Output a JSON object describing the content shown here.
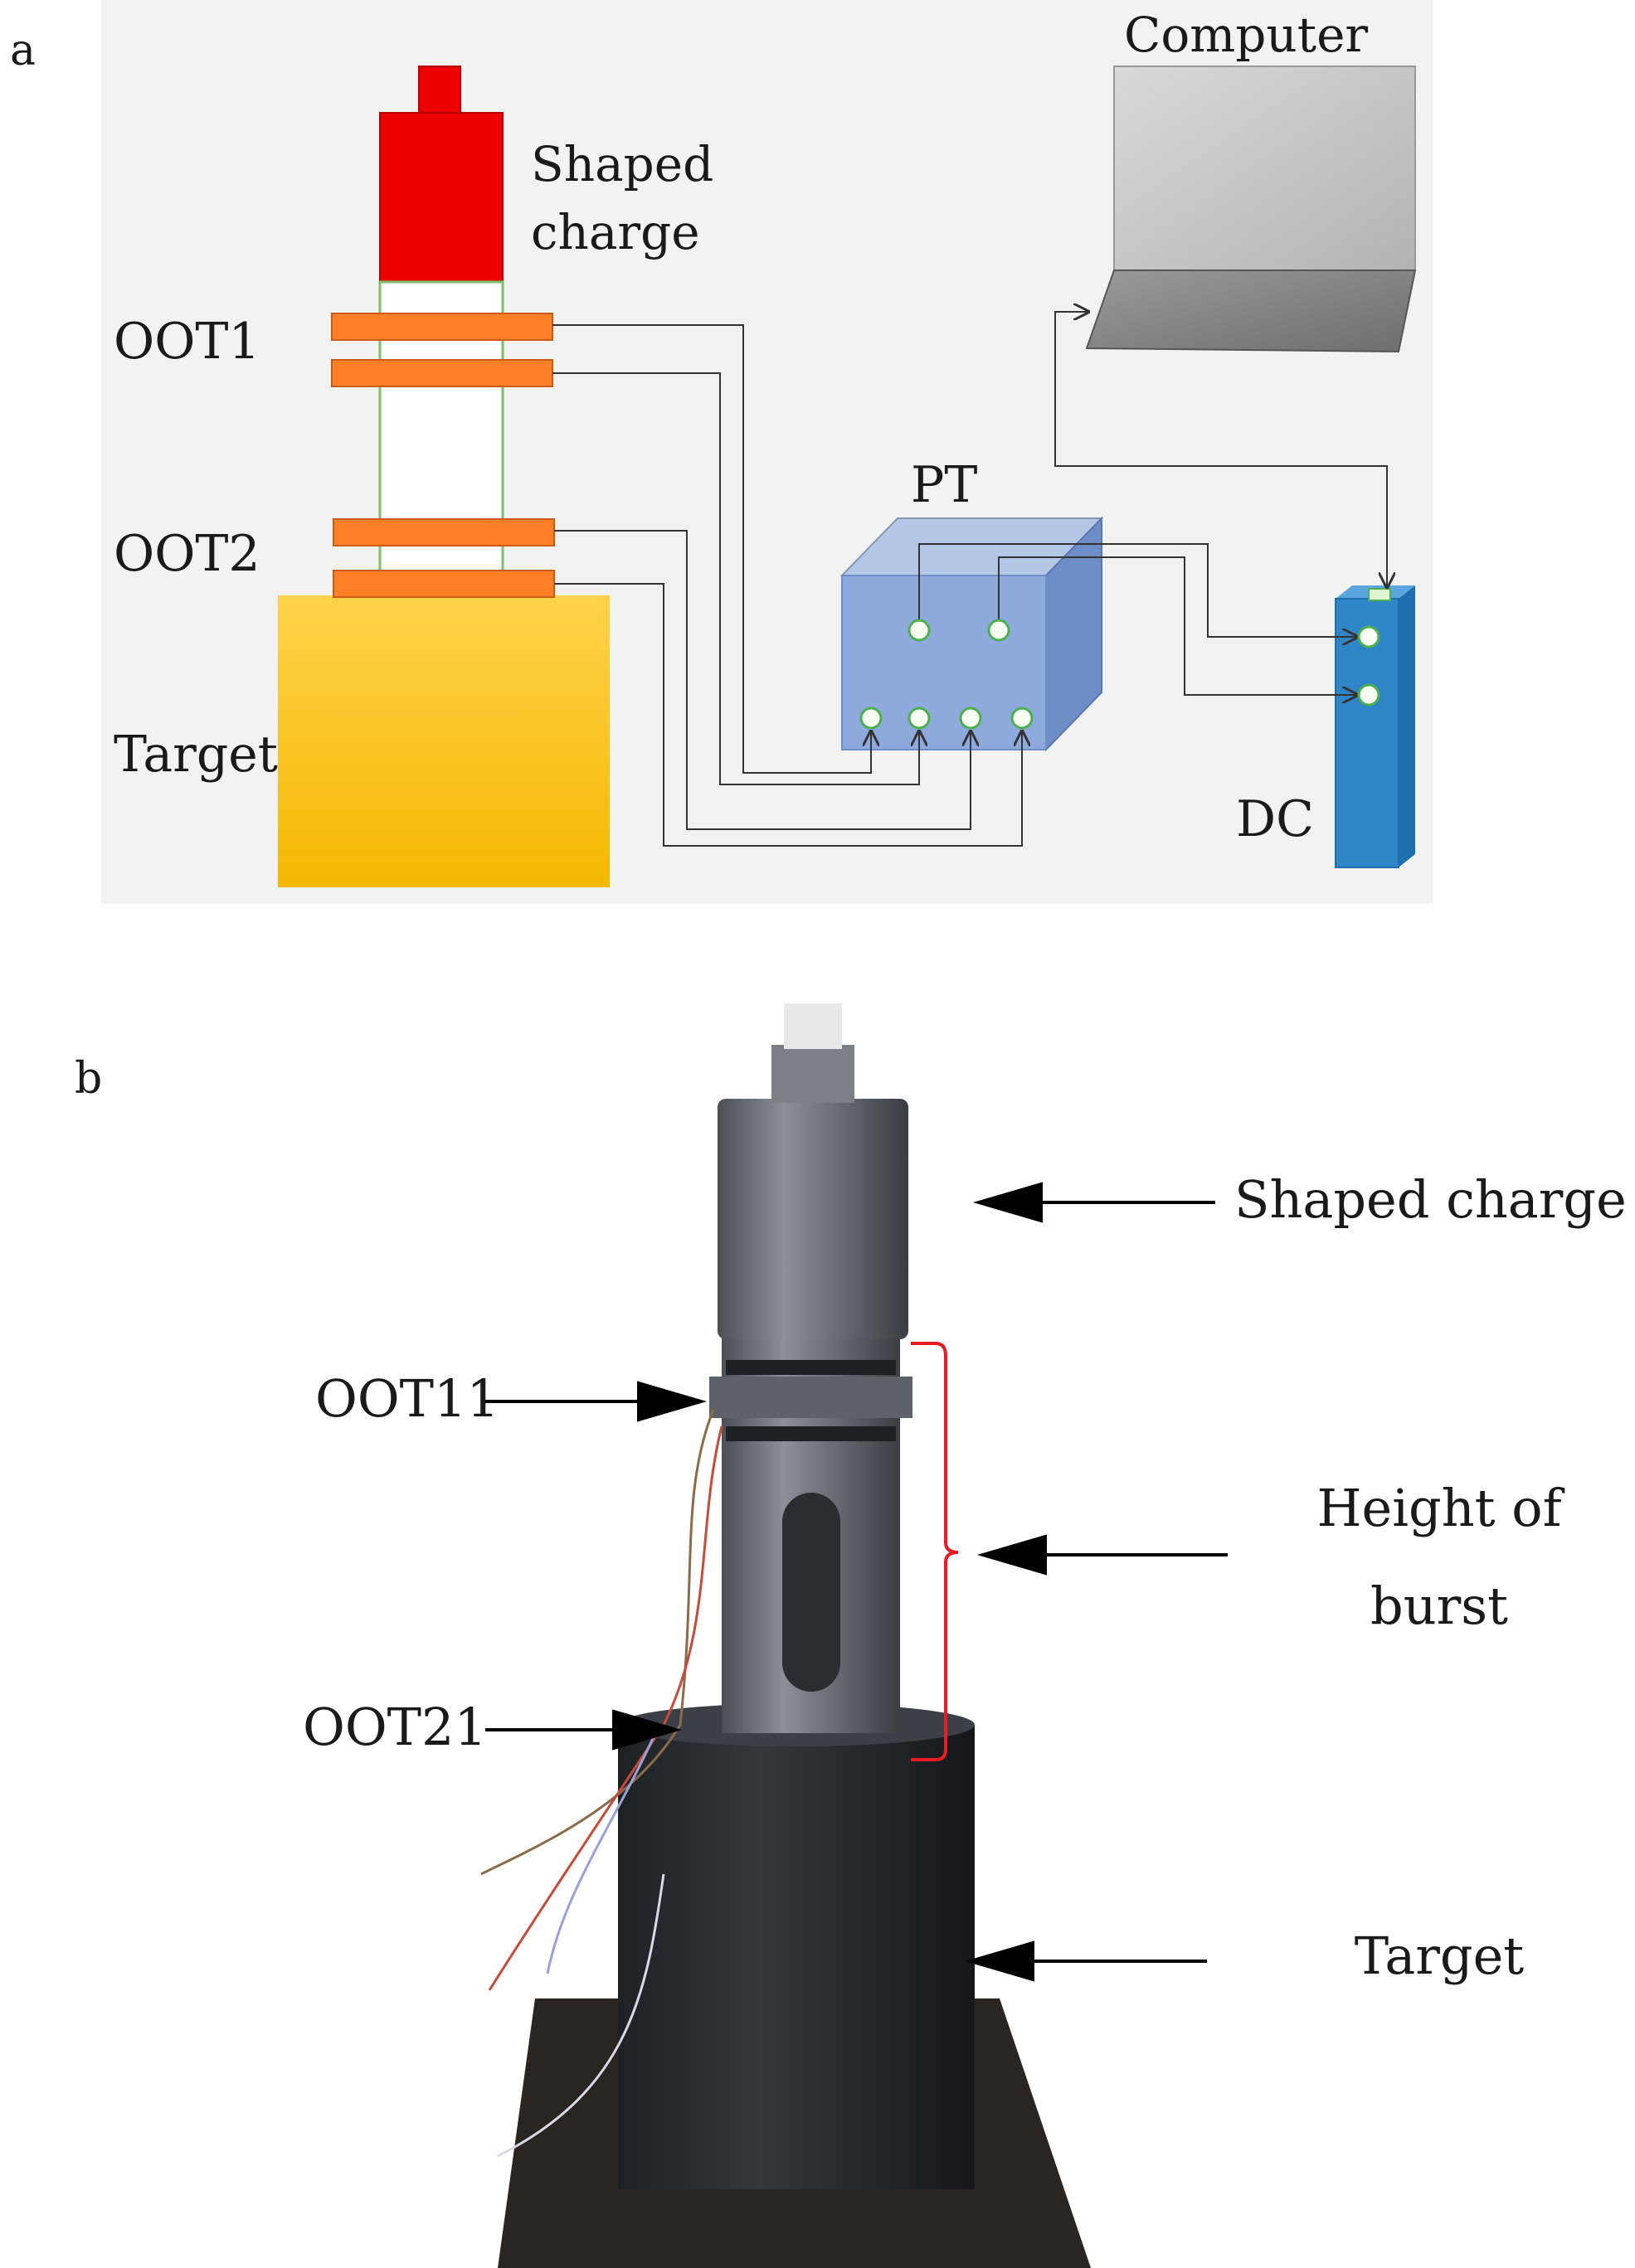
{
  "panel_a": {
    "label": "a",
    "shaped_charge": [
      "Shaped",
      "charge"
    ],
    "oot1": "OOT1",
    "oot2": "OOT2",
    "target": "Target",
    "pt": "PT",
    "computer": "Computer",
    "dc": "DC"
  },
  "panel_b": {
    "label": "b",
    "shaped_charge": "Shaped charge",
    "oot11": "OOT11",
    "oot21": "OOT21",
    "height_of_burst": [
      "Height of",
      "burst"
    ],
    "target": "Target"
  },
  "colors": {
    "panel_a_bg": "#f2f2f2",
    "shaped_charge": "#ee0000",
    "oot_ring": "#ff7f27",
    "target": "#ffc000",
    "pt_box": "#8ea9db",
    "dc_unit": "#2e86c8",
    "bracket": "#e81c24"
  }
}
